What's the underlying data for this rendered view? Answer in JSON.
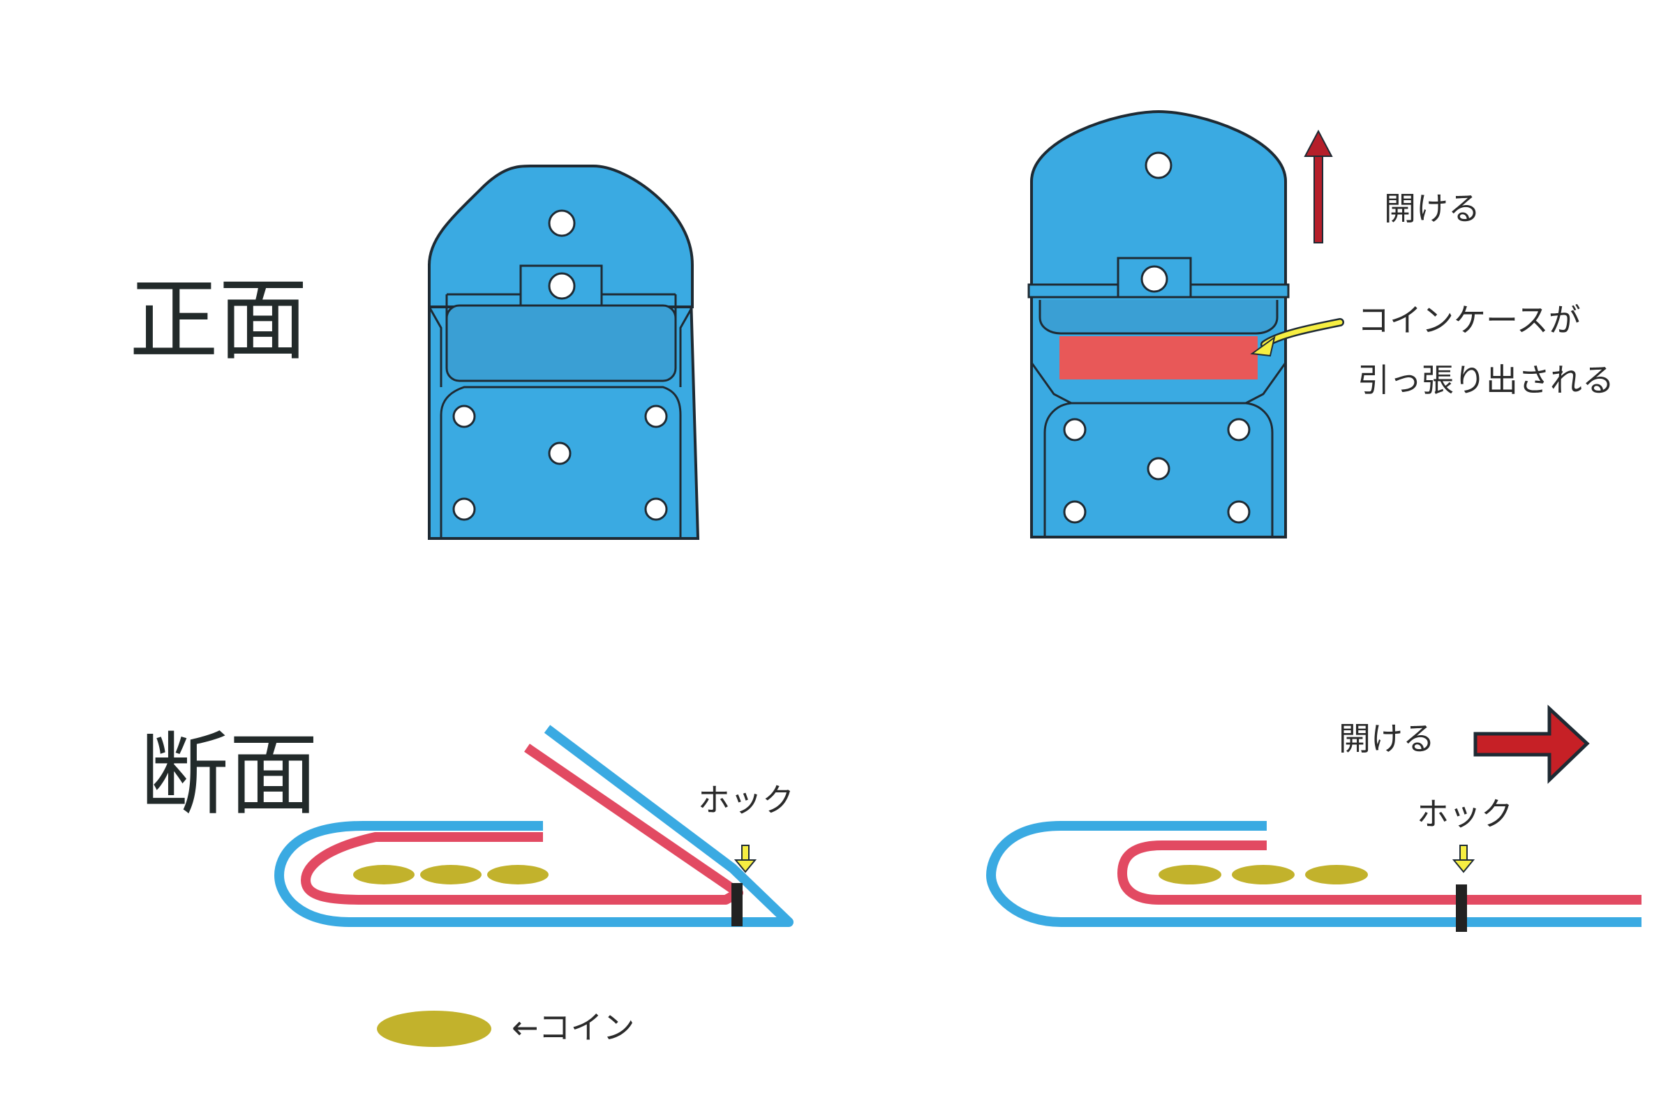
{
  "labels": {
    "front": "正面",
    "section": "断面",
    "open_top": "開ける",
    "coin_case_line1": "コインケースが",
    "coin_case_line2": "引っ張り出される",
    "open_bottom": "開ける",
    "hook_left": "ホック",
    "hook_right": "ホック",
    "legend_coin": "←コイン"
  },
  "colors": {
    "wallet_blue": "#3aaae2",
    "wallet_blue_dark": "#3a9fd4",
    "outline": "#1e2a33",
    "coin_case_red": "#e85858",
    "layer_red": "#e24a62",
    "layer_blue": "#3aaae2",
    "coin_olive": "#c2b22c",
    "arrow_red": "#c62026",
    "arrow_yellow": "#f6ee42",
    "hook_black": "#222222"
  }
}
